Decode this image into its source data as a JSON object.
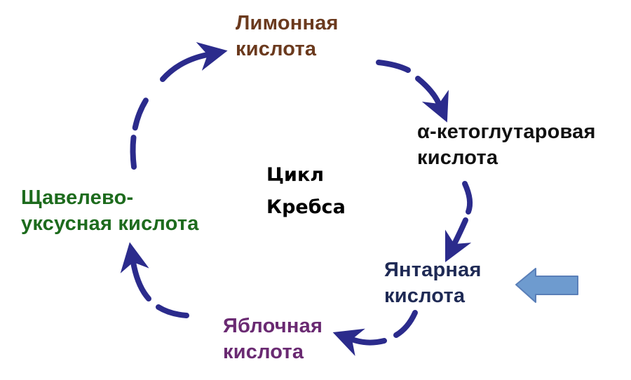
{
  "center_title": {
    "line1": "Цикл",
    "line2": "Кребса"
  },
  "nodes": {
    "citric": {
      "line1": "Лимонная",
      "line2": "кислота",
      "color": "#6b3a1e"
    },
    "ketoglutaric": {
      "line1": "α-кетоглутаровая",
      "line2": "кислота",
      "color": "#111111"
    },
    "succinic": {
      "line1": "Янтарная",
      "line2": "кислота",
      "color": "#1f2a55"
    },
    "malic": {
      "line1": "Яблочная",
      "line2": "кислота",
      "color": "#6a2a72"
    },
    "oxaloacetic": {
      "line1": "Щавелево-",
      "line2": "уксусная кислота",
      "color": "#1d6b1d"
    }
  },
  "colors": {
    "cycle_arrow": "#2b2b8c",
    "input_arrow_fill": "#6e9bcf",
    "input_arrow_stroke": "#5a7fb8"
  },
  "icons": {
    "cycle_arrows": "dashed-curved-arrow-icon",
    "input_arrow": "left-arrow-icon"
  }
}
